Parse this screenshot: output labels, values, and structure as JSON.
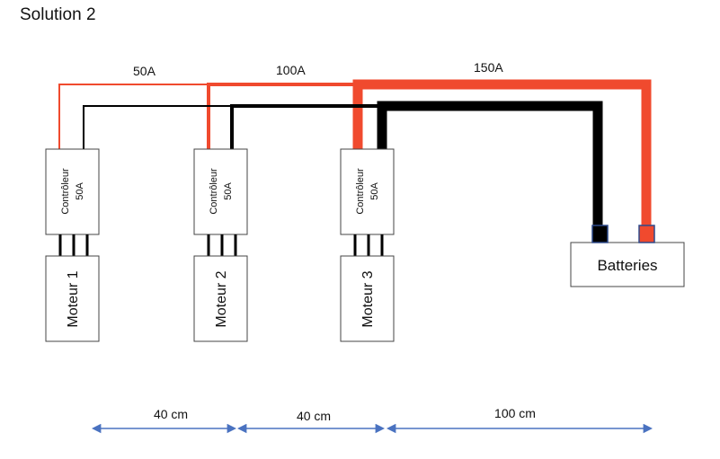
{
  "title": "Solution 2",
  "controllers": [
    {
      "line1": "Contrôleur",
      "line2": "50A"
    },
    {
      "line1": "Contrôleur",
      "line2": "50A"
    },
    {
      "line1": "Contrôleur",
      "line2": "50A"
    }
  ],
  "motors": [
    "Moteur 1",
    "Moteur 2",
    "Moteur 3"
  ],
  "battery_label": "Batteries",
  "current_labels": [
    "50A",
    "100A",
    "150A"
  ],
  "distances": [
    "40 cm",
    "40 cm",
    "100 cm"
  ],
  "colors": {
    "positive_wire": "#f04a2e",
    "negative_wire": "#000000",
    "arrow": "#4a72c0",
    "terminal_border": "#2e4a8c"
  }
}
